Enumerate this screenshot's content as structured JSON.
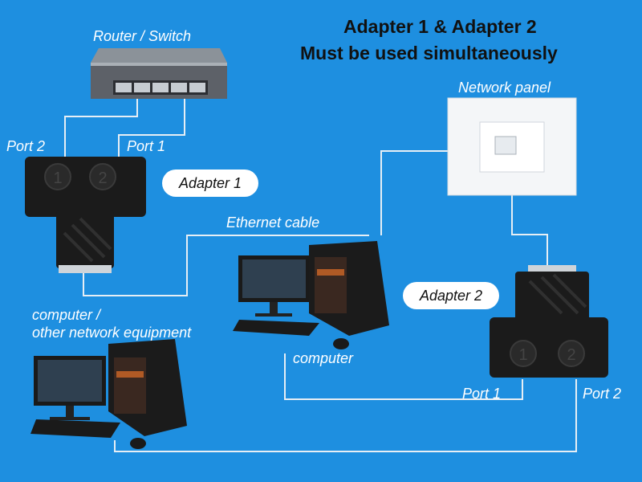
{
  "title": {
    "line1": "Adapter 1 & Adapter 2",
    "line2": "Must be used simultaneously"
  },
  "labels": {
    "router_switch": "Router / Switch",
    "adapter1": "Adapter 1",
    "adapter2": "Adapter 2",
    "port1_top": "Port 1",
    "port2_top": "Port 2",
    "port1_bottom": "Port 1",
    "port2_bottom": "Port 2",
    "network_panel": "Network panel",
    "ethernet_cable": "Ethernet cable",
    "computer_other_line1": "computer /",
    "computer_other_line2": "other network equipment",
    "computer": "computer"
  },
  "adapter_numbers": {
    "adapter1_left": "1",
    "adapter1_right": "2",
    "adapter2_left": "1",
    "adapter2_right": "2"
  },
  "colors": {
    "background": "#1e8fe0",
    "cable": "#e6eef5",
    "adapter_body": "#1b1b1b",
    "title_text": "#111111",
    "label_text": "#ffffff"
  }
}
